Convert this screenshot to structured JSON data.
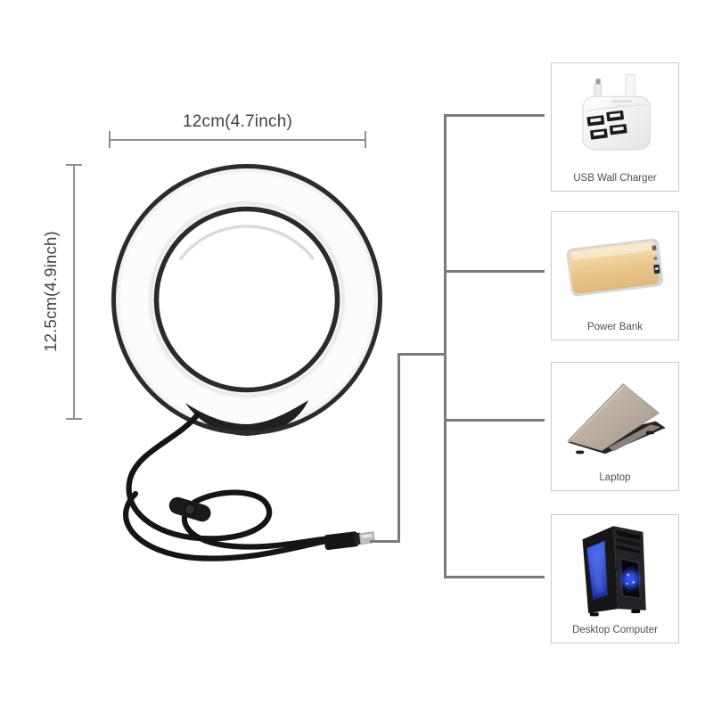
{
  "figure": {
    "width_label": "12cm(4.7inch)",
    "height_label": "12.5cm(4.9inch)"
  },
  "power_options": [
    {
      "label": "USB Wall Charger",
      "icon": "usb-wall-charger-icon"
    },
    {
      "label": "Power Bank",
      "icon": "power-bank-icon"
    },
    {
      "label": "Laptop",
      "icon": "laptop-icon"
    },
    {
      "label": "Desktop Computer",
      "icon": "desktop-computer-icon"
    }
  ],
  "colors": {
    "connector_line": "#7a7a7a",
    "dimension_line": "#8f8f8f",
    "dimension_text": "#414141",
    "card_border": "#c9c9c9",
    "card_label": "#4f4f4f",
    "ring_outline": "#2b2b2c",
    "ring_light_white": "#fbfcfd",
    "cable_black": "#151515",
    "usb_metal": "#bcbcbe",
    "power_bank_gold": "#eac88e",
    "laptop_gray": "#b3a89c",
    "desktop_black": "#1b1b1e",
    "desktop_glow_blue": "#3553e8",
    "charger_white": "#f4f4f5"
  }
}
